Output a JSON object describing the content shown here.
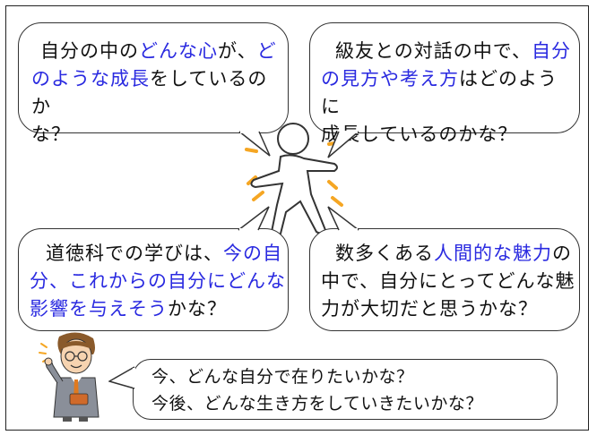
{
  "bubbles": {
    "top_left": {
      "line1_a": "自分の中の",
      "line1_b": "どんな心",
      "line1_c": "が、",
      "line1_d": "ど",
      "line2_a": "のような成長",
      "line2_b": "をしているのか",
      "line3": "な？"
    },
    "top_right": {
      "line1_a": "級友との対話の中で、",
      "line1_b": "自分",
      "line2_a": "の見方や考え方",
      "line2_b": "はどのように",
      "line3": "成長しているのかな？"
    },
    "bottom_left": {
      "line1_a": "道徳科での学びは、",
      "line1_b": "今の自",
      "line2": "分、これからの自分にどんな",
      "line3_a": "影響を与えそう",
      "line3_b": "かな？"
    },
    "bottom_right": {
      "line1_a": "数多くある",
      "line1_b": "人間的な魅力",
      "line1_c": "の",
      "line2": "中で、自分にとってどんな魅",
      "line3": "力が大切だと思うかな？"
    },
    "teacher": {
      "line1": "今、どんな自分で在りたいかな？",
      "line2": "今後、どんな生き方をしていきたいかな？"
    }
  },
  "icons": {
    "center": "stick-figure-balancing-icon",
    "speaker": "teacher-pointing-icon"
  },
  "colors": {
    "highlight_text": "#2a2ae0",
    "rays": "#f5a623",
    "figure_fill": "#ffffff",
    "teacher_suit": "#8a8f99",
    "teacher_tie": "#e07a1f"
  }
}
